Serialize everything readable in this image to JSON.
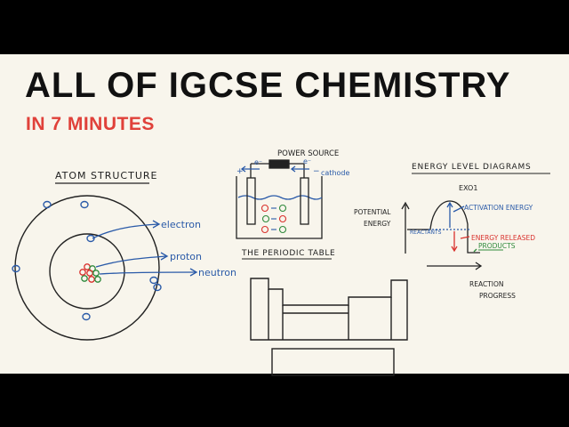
{
  "title": "ALL OF IGCSE CHEMISTRY",
  "subtitle": "IN 7 MINUTES",
  "atom": {
    "heading": "ATOM STRUCTURE",
    "labels": [
      "electron",
      "proton",
      "neutron"
    ]
  },
  "electrolysis": {
    "power_source": "POWER SOURCE",
    "electron_left": "e⁻",
    "electron_right": "e⁻",
    "plus": "+",
    "minus": "−",
    "cathode": "cathode"
  },
  "periodic_table": {
    "heading": "THE PERIODIC TABLE"
  },
  "energy": {
    "heading": "ENERGY LEVEL DIAGRAMS",
    "exo": "EXO1",
    "y_label_1": "POTENTIAL",
    "y_label_2": "ENERGY",
    "activation": "ACTIVATION ENERGY",
    "released": "ENERGY RELEASED",
    "reactants": "REACTANTS",
    "products": "PRODUCTS",
    "x_label_1": "REACTION",
    "x_label_2": "PROGRESS"
  },
  "colors": {
    "ink": "#222222",
    "blue": "#2a5aa8",
    "red": "#d9322e",
    "green": "#2f8a3c",
    "paper": "#f8f5ec",
    "accent": "#e0413a"
  }
}
